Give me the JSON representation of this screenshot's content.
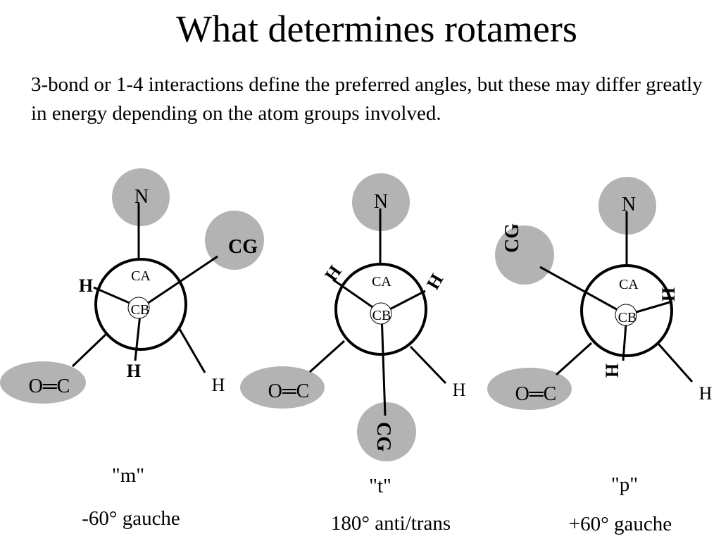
{
  "title": "What determines rotamers",
  "subtitle": "3-bond or 1-4 interactions define the preferred angles, but these may differ greatly in energy depending on the atom groups involved.",
  "colors": {
    "highlight": "#b3b3b3",
    "line": "#000000",
    "background": "#ffffff"
  },
  "rotamers": [
    {
      "name": "\"m\"",
      "angle": "-60° gauche",
      "front_labels": {
        "ca": "CA",
        "cb": "CB"
      },
      "atoms": {
        "n": "N",
        "cg": "CG",
        "oc": "O═C",
        "h_left": "H",
        "h_bottom": "H",
        "h_right": "H"
      }
    },
    {
      "name": "\"t\"",
      "angle": "180° anti/trans",
      "front_labels": {
        "ca": "CA",
        "cb": "CB"
      },
      "atoms": {
        "n": "N",
        "cg": "CG",
        "oc": "O═C",
        "h_left": "H",
        "h_right_top": "H",
        "h_right": "H"
      }
    },
    {
      "name": "\"p\"",
      "angle": "+60° gauche",
      "front_labels": {
        "ca": "CA",
        "cb": "CB"
      },
      "atoms": {
        "n": "N",
        "cg": "CG",
        "oc": "O═C",
        "h_right_top": "H",
        "h_bottom": "H",
        "h_right": "H"
      }
    }
  ]
}
